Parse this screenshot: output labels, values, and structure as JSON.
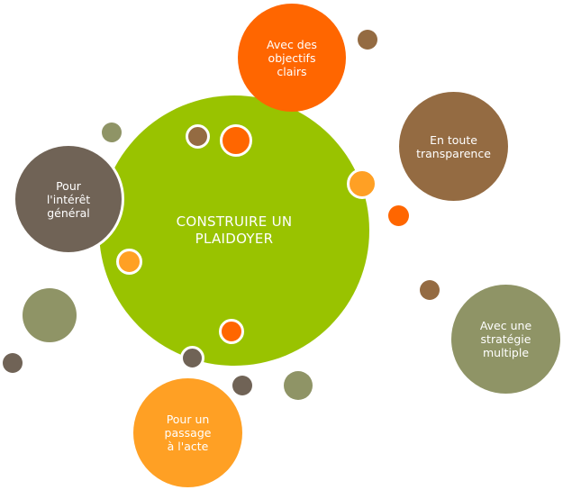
{
  "colors": {
    "green": "#99c300",
    "orange": "#ff6600",
    "light_orange": "#ffa024",
    "brown": "#946b42",
    "dark_taupe": "#706356",
    "olive": "#8f9466",
    "white": "#ffffff"
  },
  "diagram": {
    "center": {
      "label": "CONSTRUIRE UN PLAIDOYER"
    },
    "nodes": [
      {
        "label": "Avec des objectifs clairs"
      },
      {
        "label": "En toute transparence"
      },
      {
        "label": "Avec une stratégie multiple"
      },
      {
        "label": "Pour un passage à l'acte"
      },
      {
        "label": "Pour l'intérêt général"
      }
    ]
  }
}
